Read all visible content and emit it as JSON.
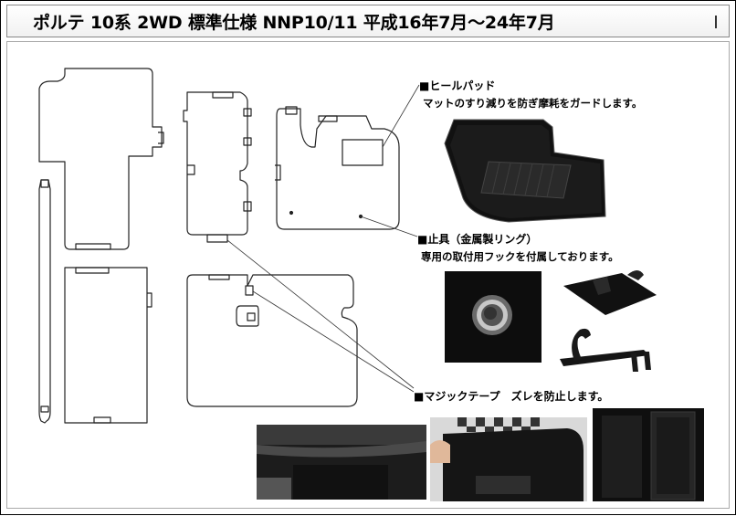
{
  "title": "ポルテ 10系 2WD 標準仕様 NNP10/11 平成16年7月～24年7月",
  "features": {
    "heel_pad": {
      "label": "■ヒールパッド",
      "description": "マットのすり減りを防ぎ摩耗をガードします。"
    },
    "fastener": {
      "label": "■止具（金属製リング）",
      "description": "専用の取付用フックを付属しております。"
    },
    "velcro": {
      "label": "■マジックテープ　ズレを防止します。"
    }
  }
}
